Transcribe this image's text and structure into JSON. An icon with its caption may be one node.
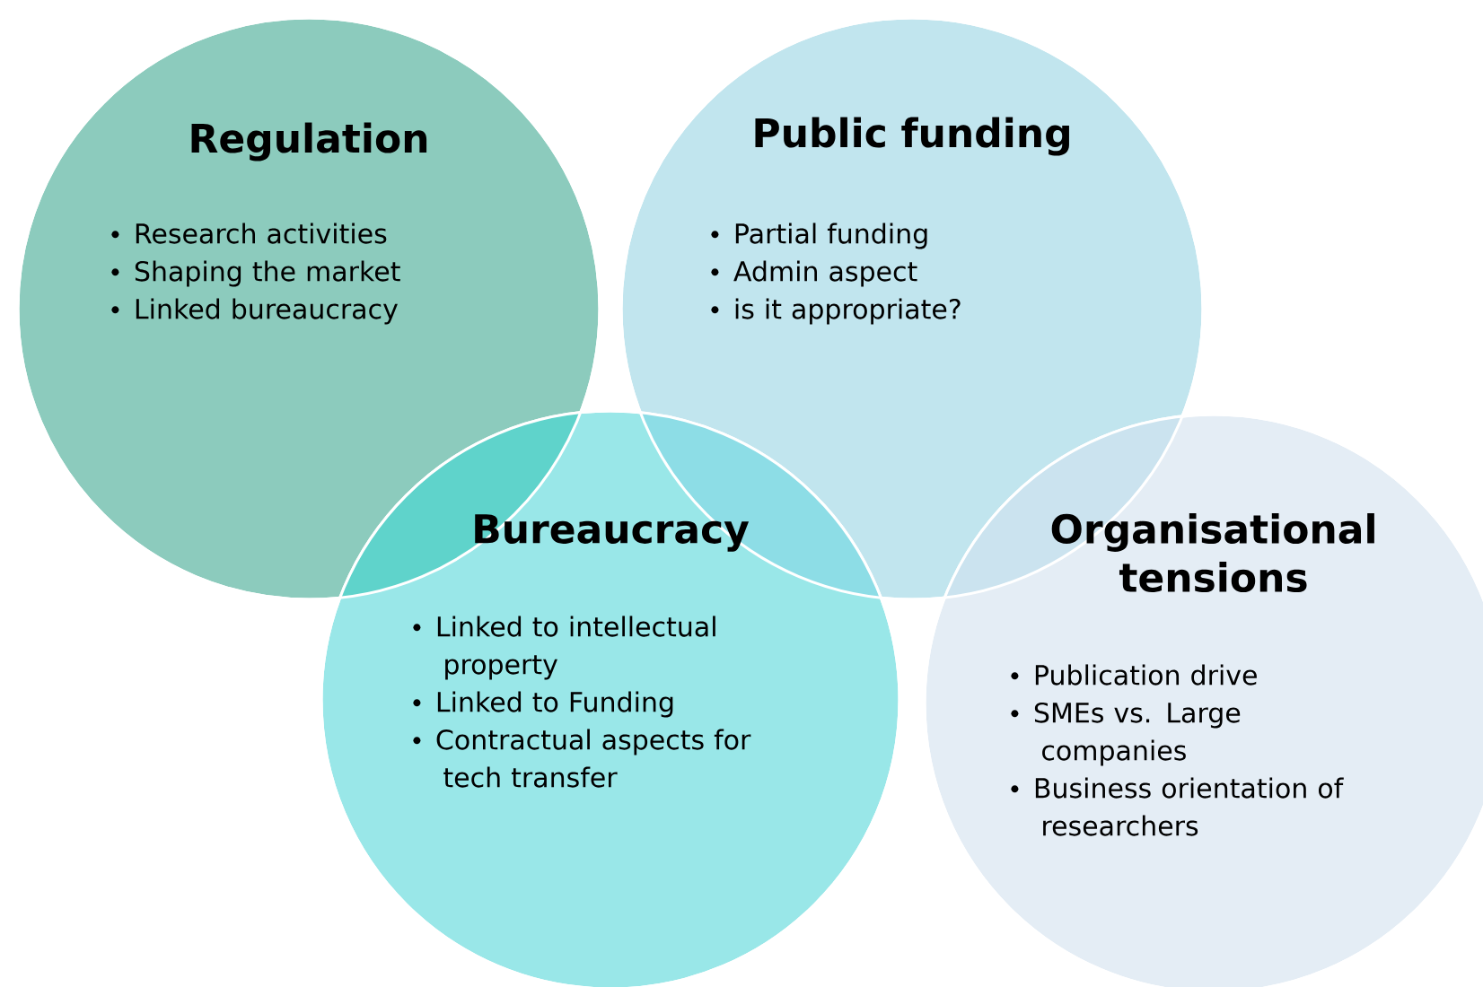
{
  "diagram": {
    "nodes": [
      {
        "text": [
          "Regulation",
          "Research activities",
          "Shaping the market",
          "Linked bureaucracy"
        ]
      },
      {
        "text": [
          "Public funding",
          "Partial funding",
          "Admin aspect",
          "is it appropriate?"
        ]
      },
      {
        "text": [
          "Bureaucracy",
          "Linked to intellectual property",
          "Linked to Funding",
          "Contractual aspects for tech transfer"
        ]
      },
      {
        "text": [
          "Organisational tensions",
          "Publication drive",
          "SMEs vs. Large companies",
          "Business orientation of researchers"
        ]
      }
    ]
  }
}
